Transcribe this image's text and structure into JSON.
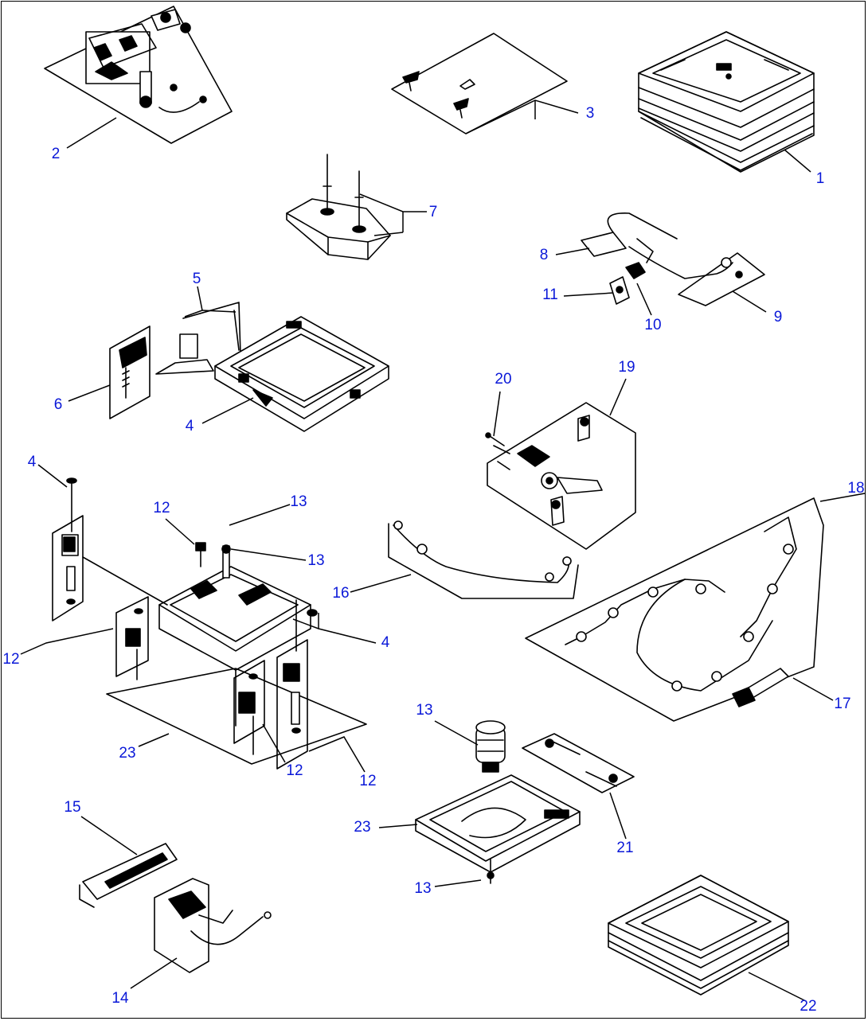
{
  "diagram": {
    "type": "exploded-parts-illustration",
    "callout_color": "#0a18d8",
    "line_color": "#000000",
    "background": "#ffffff",
    "callouts": [
      {
        "id": "c1",
        "label": "1",
        "refers_to": "seat-cushion-assembly"
      },
      {
        "id": "c2",
        "label": "2",
        "refers_to": "control-panel-assembly"
      },
      {
        "id": "c3",
        "label": "3",
        "refers_to": "cover-plate"
      },
      {
        "id": "c7",
        "label": "7",
        "refers_to": "bracket-with-pins"
      },
      {
        "id": "c8",
        "label": "8",
        "refers_to": "wire-harness-connector"
      },
      {
        "id": "c9",
        "label": "9",
        "refers_to": "wire-harness"
      },
      {
        "id": "c10",
        "label": "10",
        "refers_to": "clip"
      },
      {
        "id": "c11",
        "label": "11",
        "refers_to": "switch"
      },
      {
        "id": "c5",
        "label": "5",
        "refers_to": "cylinder-rod"
      },
      {
        "id": "c6",
        "label": "6",
        "refers_to": "spring-assembly"
      },
      {
        "id": "c4a",
        "label": "4",
        "refers_to": "suspension-frame"
      },
      {
        "id": "c20",
        "label": "20",
        "refers_to": "pin"
      },
      {
        "id": "c19",
        "label": "19",
        "refers_to": "lever-kit"
      },
      {
        "id": "c4b",
        "label": "4",
        "refers_to": "bolt"
      },
      {
        "id": "c12a",
        "label": "12",
        "refers_to": "damper-mount"
      },
      {
        "id": "c13a",
        "label": "13",
        "refers_to": "screw"
      },
      {
        "id": "c13b",
        "label": "13",
        "refers_to": "washer"
      },
      {
        "id": "c18",
        "label": "18",
        "refers_to": "harness-kit"
      },
      {
        "id": "c16",
        "label": "16",
        "refers_to": "cable"
      },
      {
        "id": "c4c",
        "label": "4",
        "refers_to": "bolt"
      },
      {
        "id": "c12b",
        "label": "12",
        "refers_to": "damper-mount"
      },
      {
        "id": "c17",
        "label": "17",
        "refers_to": "harness"
      },
      {
        "id": "c13c",
        "label": "13",
        "refers_to": "air-spring"
      },
      {
        "id": "c23a",
        "label": "23",
        "refers_to": "suspension-assembly"
      },
      {
        "id": "c12c",
        "label": "12",
        "refers_to": "damper-mount"
      },
      {
        "id": "c12d",
        "label": "12",
        "refers_to": "damper-mount"
      },
      {
        "id": "c15",
        "label": "15",
        "refers_to": "slide-rail"
      },
      {
        "id": "c23b",
        "label": "23",
        "refers_to": "base-plate"
      },
      {
        "id": "c21",
        "label": "21",
        "refers_to": "spring-kit"
      },
      {
        "id": "c13d",
        "label": "13",
        "refers_to": "screw"
      },
      {
        "id": "c14",
        "label": "14",
        "refers_to": "compressor"
      },
      {
        "id": "c22",
        "label": "22",
        "refers_to": "seat-base-cushion"
      }
    ]
  }
}
